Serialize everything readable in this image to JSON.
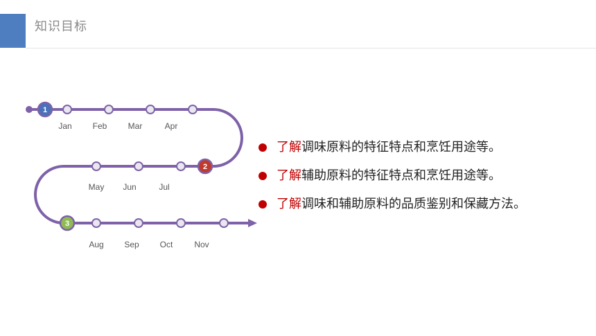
{
  "header": {
    "title": "知识目标",
    "accent_color": "#4f7ec0"
  },
  "timeline": {
    "path_color": "#7e61a8",
    "rows": [
      {
        "months": [
          "Jan",
          "Feb",
          "Mar",
          "Apr"
        ]
      },
      {
        "months": [
          "May",
          "Jun",
          "Jul"
        ]
      },
      {
        "months": [
          "Aug",
          "Sep",
          "Oct",
          "Nov"
        ]
      }
    ],
    "markers": [
      {
        "label": "1",
        "color": "#4a72b9"
      },
      {
        "label": "2",
        "color": "#c0392b"
      },
      {
        "label": "3",
        "color": "#8fbb54"
      }
    ]
  },
  "objectives": [
    {
      "highlight": "了解",
      "text": "调味原料的特征特点和烹饪用途等。"
    },
    {
      "highlight": "了解",
      "text": "辅助原料的特征特点和烹饪用途等。"
    },
    {
      "highlight": "了解",
      "text": "调味和辅助原料的品质鉴别和保藏方法。"
    }
  ],
  "colors": {
    "bullet": "#c00000",
    "highlight": "#c00000"
  }
}
